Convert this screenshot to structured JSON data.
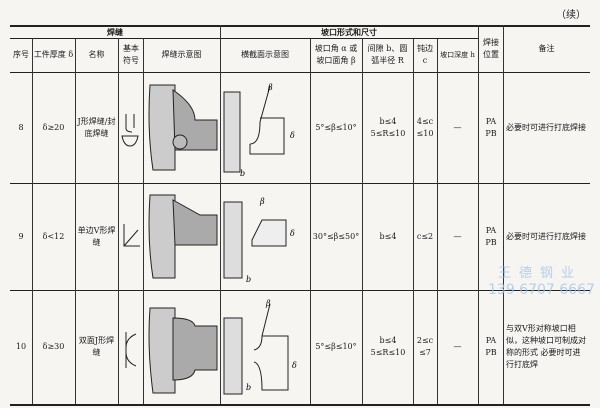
{
  "continued_label": "（续）",
  "header": {
    "group_weld": "焊缝",
    "group_groove": "坡口形式和尺寸",
    "columns": [
      "序号",
      "工件厚度 δ",
      "名称",
      "基本符号",
      "焊缝示意图",
      "横截面示意图",
      "坡口角 α 或 坡口面角 β",
      "间隙 b、圆弧半径 R",
      "钝边 c",
      "坡口深度 h",
      "焊接位置",
      "备注"
    ]
  },
  "rows": [
    {
      "no": "8",
      "thickness": "δ≥20",
      "name": "J形焊缝/封底焊缝",
      "angle": "5°≤β≤10°",
      "gap": "b≤4 5≤R≤10",
      "root": "4≤c ≤10",
      "depth": "—",
      "position": "PA PB",
      "remark": "必要时可进行打底焊接"
    },
    {
      "no": "9",
      "thickness": "δ<12",
      "name": "单边V形焊缝",
      "angle": "30°≤β≤50°",
      "gap": "b≤4",
      "root": "c≤2",
      "depth": "—",
      "position": "PA PB",
      "remark": "必要时可进行打底焊接"
    },
    {
      "no": "10",
      "thickness": "δ≥30",
      "name": "双面J形焊缝",
      "angle": "5°≤β≤10°",
      "gap": "b≤4 5≤R≤10",
      "root": "2≤c ≤7",
      "depth": "—",
      "position": "PA PB",
      "remark": "与双V形对称坡口相似，这种坡口可制成对称的形式 必要时可进行打底焊"
    }
  ],
  "watermark": {
    "name": "王德钢业",
    "phone": "139 6707 6667",
    "color": "#9fc3e6"
  }
}
